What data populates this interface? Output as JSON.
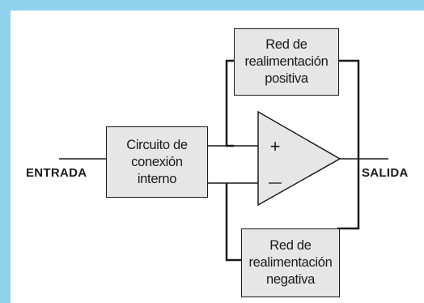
{
  "diagram": {
    "input_label": "ENTRADA",
    "output_label": "SALIDA",
    "internal_circuit_label": "Circuito de\nconexión\ninterno",
    "positive_feedback_label": "Red de\nrealimentación\npositiva",
    "negative_feedback_label": "Red de\nrealimentación\nnegativa",
    "plus_sign": "+",
    "minus_sign": "—"
  },
  "colors": {
    "frame_accent": "#8fd2ee",
    "box_fill": "#e6e6e6",
    "stroke": "#1a1a1a"
  }
}
